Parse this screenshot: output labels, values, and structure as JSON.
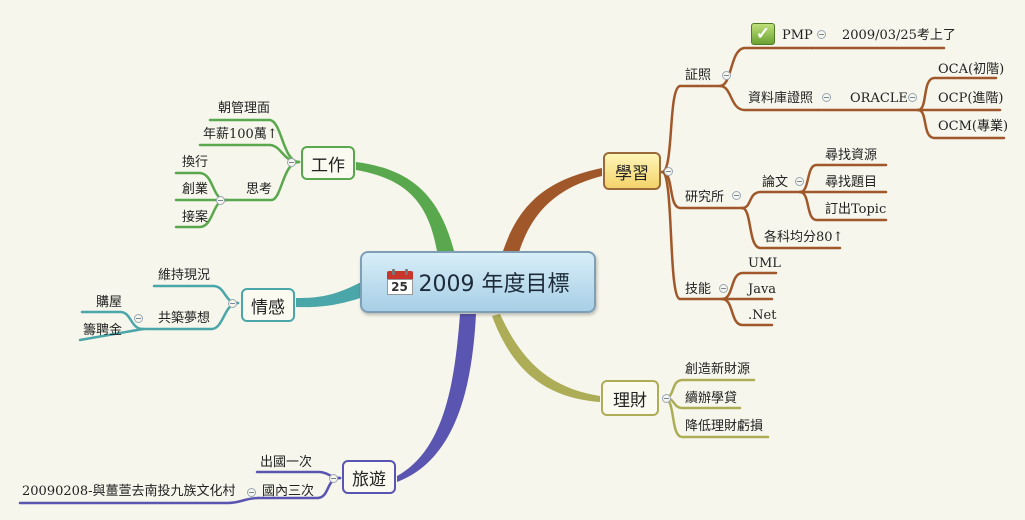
{
  "central": {
    "title": "2009 年度目標",
    "icon": "calendar-icon",
    "icon_day": "25"
  },
  "colors": {
    "work": "#5aa84e",
    "learn": "#a0582a",
    "money": "#adad58",
    "travel": "#5a55b0",
    "emotion": "#4aa6a8"
  },
  "branches": {
    "work": {
      "label": "工作",
      "items": [
        "朝管理面",
        "年薪100萬↑",
        "思考"
      ],
      "think_items": [
        "換行",
        "創業",
        "接案"
      ]
    },
    "emotion": {
      "label": "情感",
      "items": [
        "維持現況",
        "共築夢想"
      ],
      "dream_items": [
        "購屋",
        "籌聘金"
      ]
    },
    "travel": {
      "label": "旅遊",
      "items": [
        "出國一次",
        "國內三次"
      ],
      "domestic_items": [
        "20090208-與薑萱去南投九族文化村"
      ]
    },
    "learn": {
      "label": "學習",
      "cert": {
        "label": "証照",
        "pmp": "PMP",
        "pmp_note": "2009/03/25考上了",
        "db": "資料庫證照",
        "oracle": "ORACLE",
        "oracle_items": [
          "OCA(初階)",
          "OCP(進階)",
          "OCM(專業)"
        ]
      },
      "grad": {
        "label": "研究所",
        "thesis": "論文",
        "thesis_items": [
          "尋找資源",
          "尋找題目",
          "訂出Topic"
        ],
        "score": "各科均分80↑"
      },
      "skill": {
        "label": "技能",
        "items": [
          "UML",
          "Java",
          ".Net"
        ]
      }
    },
    "money": {
      "label": "理財",
      "items": [
        "創造新財源",
        "續辦學貸",
        "降低理財虧損"
      ]
    }
  }
}
